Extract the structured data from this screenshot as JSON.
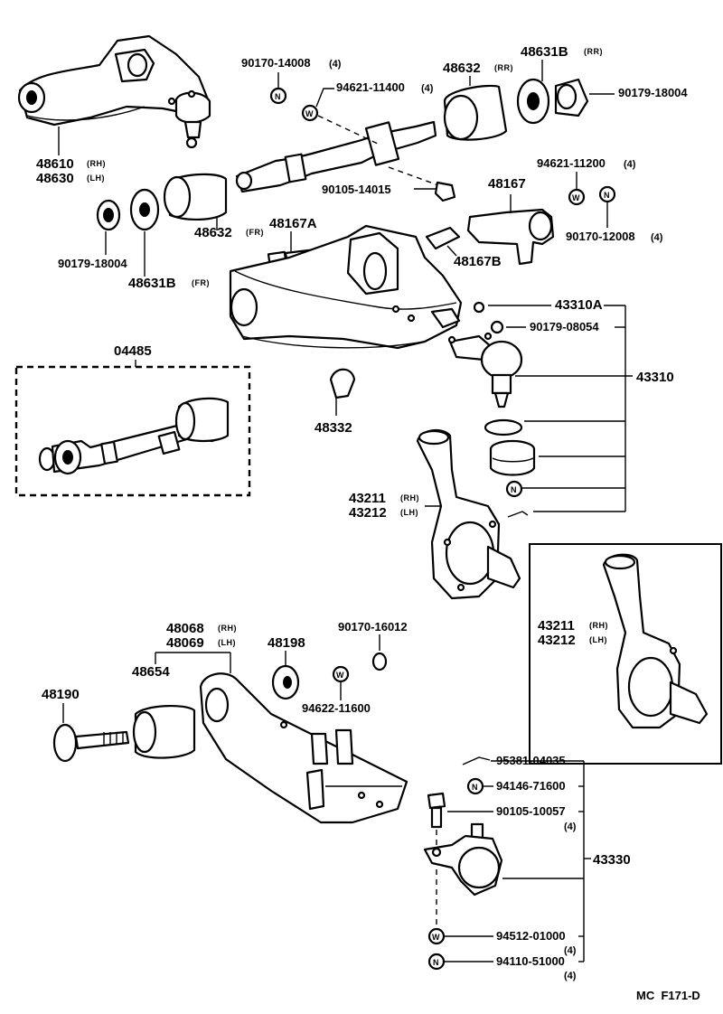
{
  "labels": {
    "upper_arm_rh": "48610",
    "upper_arm_lh": "48630",
    "nut_upper_shaft": "90170-14008",
    "nut_upper_shaft_qty": "(4)",
    "washer_upper": "94621-11400",
    "washer_upper_qty": "(4)",
    "bushing_rr": "48632",
    "bushing_rr_side": "(RR)",
    "stopper_rr": "48631B",
    "stopper_rr_side": "(RR)",
    "nut_rr": "90179-18004",
    "bolt_14015": "90105-14015",
    "bracket_48167": "48167",
    "washer_11200": "94621-11200",
    "washer_11200_qty": "(4)",
    "nut_12008": "90170-12008",
    "nut_12008_qty": "(4)",
    "nut_fr": "90179-18004",
    "bushing_fr": "48632",
    "bushing_fr_side": "(FR)",
    "stopper_fr": "48631B",
    "stopper_fr_side": "(FR)",
    "bolt_48167a": "48167A",
    "bracket_48167b": "48167B",
    "shaft_kit": "04485",
    "bumper": "48332",
    "ball_joint_cover": "43310A",
    "nut_08054": "90179-08054",
    "ball_joint_upper": "43310",
    "knuckle_rh": "43211",
    "knuckle_lh": "43212",
    "lower_arm_rh": "48068",
    "lower_arm_lh": "48069",
    "lower_bushing": "48654",
    "lower_bolt": "48190",
    "lower_washer": "48198",
    "nut_16012": "90170-16012",
    "washer_11600": "94622-11600",
    "pin_04035": "95381-04035",
    "nut_71600": "94146-71600",
    "bolt_10057": "90105-10057",
    "bolt_10057_qty": "(4)",
    "ball_joint_lower": "43330",
    "washer_01000": "94512-01000",
    "washer_01000_qty": "(4)",
    "nut_51000": "94110-51000",
    "nut_51000_qty": "(4)",
    "rh": "(RH)",
    "lh": "(LH)",
    "footer_code": "MC  F171-D"
  },
  "marks": {
    "washer": "W",
    "nut": "N"
  }
}
